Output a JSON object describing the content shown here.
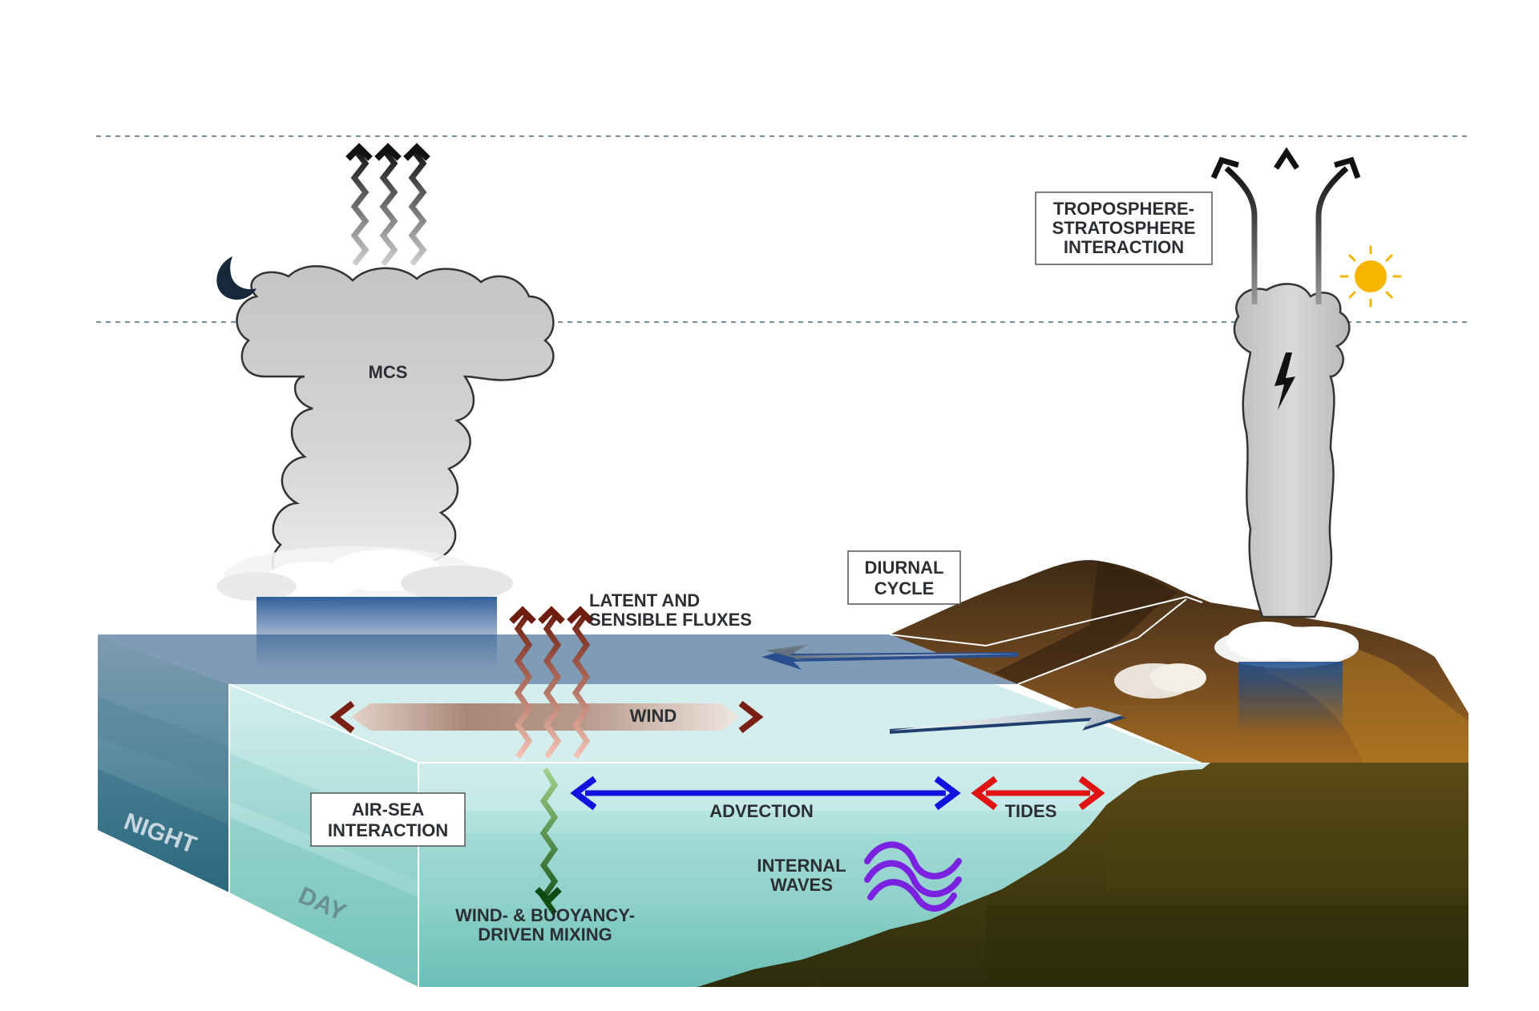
{
  "labels": {
    "mcs": "MCS",
    "tst_line1": "TROPOSPHERE-",
    "tst_line2": "STRATOSPHERE",
    "tst_line3": "INTERACTION",
    "diurnal_line1": "DIURNAL",
    "diurnal_line2": "CYCLE",
    "fluxes_line1": "LATENT AND",
    "fluxes_line2": "SENSIBLE FLUXES",
    "wind": "WIND",
    "airsea_line1": "AIR-SEA",
    "airsea_line2": "INTERACTION",
    "advection": "ADVECTION",
    "tides": "TIDES",
    "internal_line1": "INTERNAL",
    "internal_line2": "WAVES",
    "mixing_line1": "WIND- & BUOYANCY-",
    "mixing_line2": "DRIVEN MIXING",
    "night": "NIGHT",
    "day": "DAY"
  },
  "colors": {
    "ocean_top_night": "#7f9ab5",
    "ocean_top_day": "#d6eeee",
    "ocean_front_light": "#bfe6e3",
    "ocean_front_mid": "#92d4cd",
    "ocean_front_deep": "#6cc2b9",
    "night_side": "#557f99",
    "advection_arrow": "#1212e0",
    "tides_arrow": "#e01212",
    "internal_waves": "#7a22e0",
    "flux_arrow": "#7a2414",
    "mixing_arrow": "#1e6a1e",
    "sun": "#f7b500",
    "moon": "#17283a",
    "land": "#5a3a1c",
    "seafloor": "#3c3a10"
  },
  "icons": {
    "moon": "crescent-moon-icon",
    "sun": "sun-icon",
    "lightning": "lightning-bolt-icon"
  }
}
